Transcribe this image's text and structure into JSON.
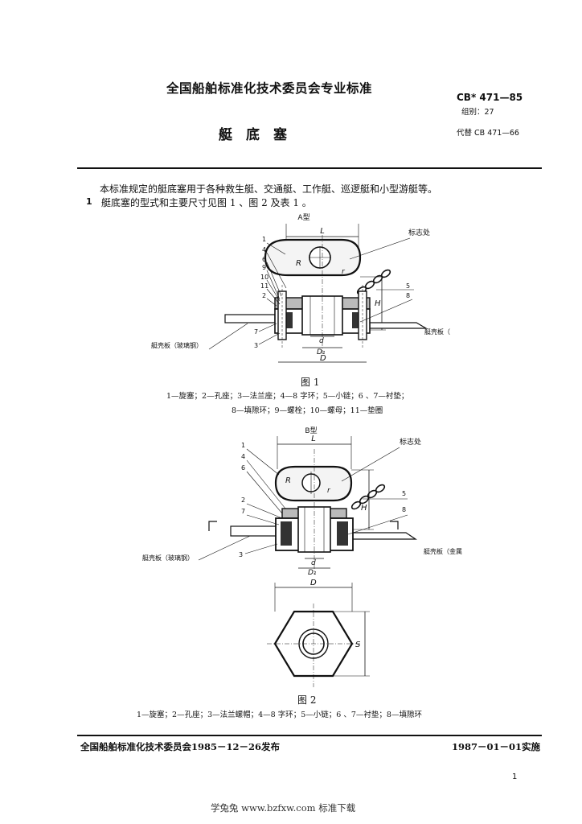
{
  "header": {
    "org_title": "全国船舶标准化技术委员会专业标准",
    "std_number": "CB* 471—85",
    "group": "组别：27",
    "doc_title": "艇　底　塞",
    "replaces": "代替 CB 471—66"
  },
  "body": {
    "intro": "本标准规定的艇底塞用于各种救生艇、交通艇、工作艇、巡逻艇和小型游艇等。",
    "clause_num": "1",
    "clause_text": "艇底塞的型式和主要尺寸见图 1 、图 2 及表 1 。"
  },
  "fig1": {
    "type_label": "A型",
    "dim_L": "L",
    "dim_D": "D",
    "dim_d": "d",
    "dim_D1": "D₁",
    "dim_H": "H",
    "R": "R",
    "r": "r",
    "mark_label": "标志处",
    "hull_left": "艇壳板（玻璃钢）",
    "hull_right": "艇壳板（金属）",
    "callouts_left": [
      "1",
      "4",
      "6",
      "9",
      "10",
      "11",
      "2",
      "7",
      "3"
    ],
    "callouts_right": [
      "5",
      "8"
    ],
    "caption": "图 1",
    "legend_line1": "1—旋塞；2—孔座；3—法兰座；4—8 字环；5—小链；6 、7—衬垫；",
    "legend_line2": "8—填隙环；9—螺栓；10—螺母；11—垫圈"
  },
  "fig2": {
    "type_label": "B型",
    "dim_L": "L",
    "dim_D": "D",
    "dim_d": "d",
    "dim_D1": "D₁",
    "dim_H": "H",
    "dim_S": "S",
    "R": "R",
    "r": "r",
    "mark_label": "标志处",
    "hull_left": "艇壳板（玻璃钢）",
    "hull_right": "艇壳板（金属）",
    "callouts_left": [
      "1",
      "4",
      "6",
      "2",
      "7",
      "3"
    ],
    "callouts_right": [
      "5",
      "8"
    ],
    "caption": "图 2",
    "legend": "1—旋塞；2—孔座；3—法兰螺帽；4—8 字环；5—小链；6 、7—衬垫；8—填隙环"
  },
  "footer": {
    "issued": "全国船舶标准化技术委员会1985－12－26发布",
    "effective": "1987－01－01实施",
    "page": "1",
    "watermark": "学兔兔 www.bzfxw.com 标准下载"
  }
}
